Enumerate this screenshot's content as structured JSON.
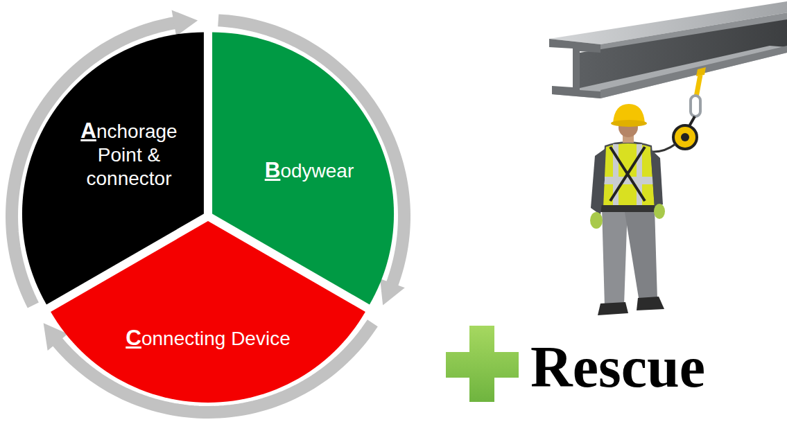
{
  "diagram": {
    "nodes": [
      {
        "text": [
          "Anchorage Point & connector"
        ]
      },
      {
        "text": [
          "Bodywear"
        ]
      },
      {
        "text": [
          "Connecting Device"
        ]
      }
    ],
    "edges": [
      {
        "from": 0,
        "to": 1,
        "arrow": "to"
      },
      {
        "from": 1,
        "to": 2,
        "arrow": "to"
      },
      {
        "from": 2,
        "to": 0,
        "arrow": "to"
      }
    ],
    "labels": [
      "Rescue"
    ]
  }
}
